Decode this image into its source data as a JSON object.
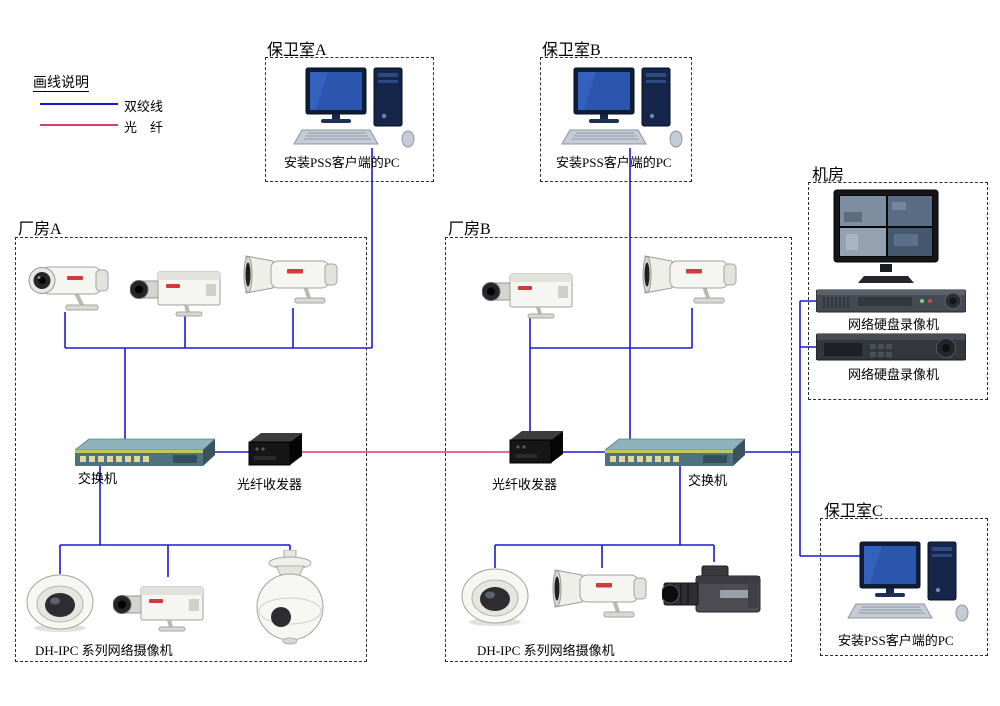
{
  "colors": {
    "twisted_pair": "#1a1ad0",
    "fiber": "#e23a6e"
  },
  "legend": {
    "title": "画线说明",
    "items": [
      {
        "name": "twisted-pair-line",
        "label": "双绞线"
      },
      {
        "name": "fiber-line",
        "label": "光　纤"
      }
    ]
  },
  "zones": {
    "guard_room_a": {
      "title": "保卫室A",
      "pc_label": "安装PSS客户端的PC",
      "devices": [
        "pc-with-pss-client"
      ]
    },
    "guard_room_b": {
      "title": "保卫室B",
      "pc_label": "安装PSS客户端的PC",
      "devices": [
        "pc-with-pss-client"
      ]
    },
    "guard_room_c": {
      "title": "保卫室C",
      "pc_label": "安装PSS客户端的PC",
      "devices": [
        "pc-with-pss-client"
      ]
    },
    "machine_room": {
      "title": "机房",
      "devices": [
        "surveillance-quad-monitor",
        "nvr",
        "nvr"
      ],
      "nvr1_label": "网络硬盘录像机",
      "nvr2_label": "网络硬盘录像机"
    },
    "factory_a": {
      "title": "厂房A",
      "switch_label": "交换机",
      "transceiver_label": "光纤收发器",
      "cameras_label": "DH-IPC 系列网络摄像机",
      "cameras_top": [
        "bullet-camera",
        "box-camera",
        "bullet-camera"
      ],
      "cameras_bottom": [
        "dome-camera",
        "box-camera",
        "ptz-dome-camera"
      ]
    },
    "factory_b": {
      "title": "厂房B",
      "switch_label": "交换机",
      "transceiver_label": "光纤收发器",
      "cameras_label": "DH-IPC 系列网络摄像机",
      "cameras_top": [
        "box-camera",
        "bullet-camera"
      ],
      "cameras_bottom": [
        "dome-camera",
        "bullet-camera",
        "box-zoom-camera"
      ]
    }
  },
  "connections": [
    {
      "type": "twisted-pair",
      "from": "guard-room-a-pc",
      "to": "factory-a-camera-bus"
    },
    {
      "type": "twisted-pair",
      "from": "factory-a-cameras-top",
      "to": "factory-a-switch"
    },
    {
      "type": "twisted-pair",
      "from": "factory-a-switch",
      "to": "factory-a-cameras-bottom"
    },
    {
      "type": "twisted-pair",
      "from": "factory-a-switch",
      "to": "factory-a-transceiver"
    },
    {
      "type": "fiber",
      "from": "factory-a-transceiver",
      "to": "factory-b-transceiver"
    },
    {
      "type": "twisted-pair",
      "from": "factory-b-transceiver",
      "to": "factory-b-switch"
    },
    {
      "type": "twisted-pair",
      "from": "guard-room-b-pc",
      "to": "factory-b-switch"
    },
    {
      "type": "twisted-pair",
      "from": "factory-b-cameras-top",
      "to": "factory-b-transceiver"
    },
    {
      "type": "twisted-pair",
      "from": "factory-b-switch",
      "to": "factory-b-cameras-bottom"
    },
    {
      "type": "twisted-pair",
      "from": "factory-b-switch",
      "to": "machine-room-nvrs"
    },
    {
      "type": "twisted-pair",
      "from": "machine-room",
      "to": "guard-room-c-pc"
    }
  ]
}
